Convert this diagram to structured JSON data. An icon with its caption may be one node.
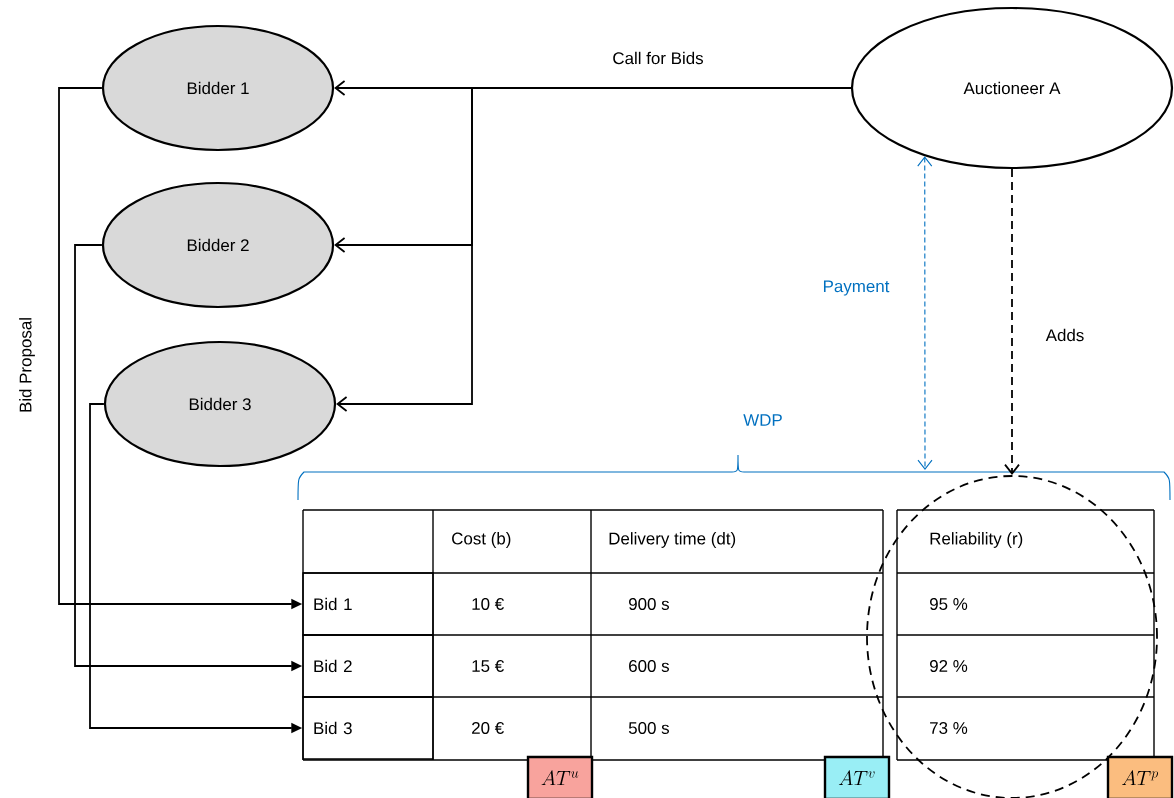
{
  "diagram": {
    "nodes": [
      {
        "text": [
          "Bidder 1"
        ]
      },
      {
        "text": [
          "Bidder 2"
        ]
      },
      {
        "text": [
          "Bidder 3"
        ]
      },
      {
        "text": [
          "Auctioneer A"
        ]
      },
      {
        "text": [
          "Bid 1"
        ]
      },
      {
        "text": [
          "Bid 2"
        ]
      },
      {
        "text": [
          "Bid 3"
        ]
      },
      {
        "text": [],
        "shape": "circle"
      },
      {
        "text": [
          "AT^{u}"
        ]
      },
      {
        "text": [
          "AT^{v}"
        ]
      },
      {
        "text": [
          "AT^{p}"
        ]
      }
    ],
    "edges": [
      {
        "from": 3,
        "to": 0,
        "arrow": "to",
        "label": "Call for Bids"
      },
      {
        "from": 3,
        "to": 1,
        "arrow": "to"
      },
      {
        "from": 3,
        "to": 2,
        "arrow": "to"
      },
      {
        "from": 0,
        "to": 4,
        "arrow": "to",
        "label": "Bid Proposal"
      },
      {
        "from": 1,
        "to": 5,
        "arrow": "to"
      },
      {
        "from": 2,
        "to": 6,
        "arrow": "to"
      },
      {
        "from": 3,
        "to": null,
        "arrow": "both",
        "label": "Payment",
        "style": "dashed",
        "color": "#0070c0"
      },
      {
        "from": 3,
        "to": 7,
        "arrow": "to",
        "label": "Adds",
        "style": "dashed"
      }
    ],
    "labels": [
      "WDP",
      "Cost (b)",
      "Delivery time (dt)",
      "Reliability (r)",
      "10 €",
      "900 s",
      "95 %",
      "15 €",
      "600 s",
      "92 %",
      "20 €",
      "500 s",
      "73 %"
    ]
  }
}
